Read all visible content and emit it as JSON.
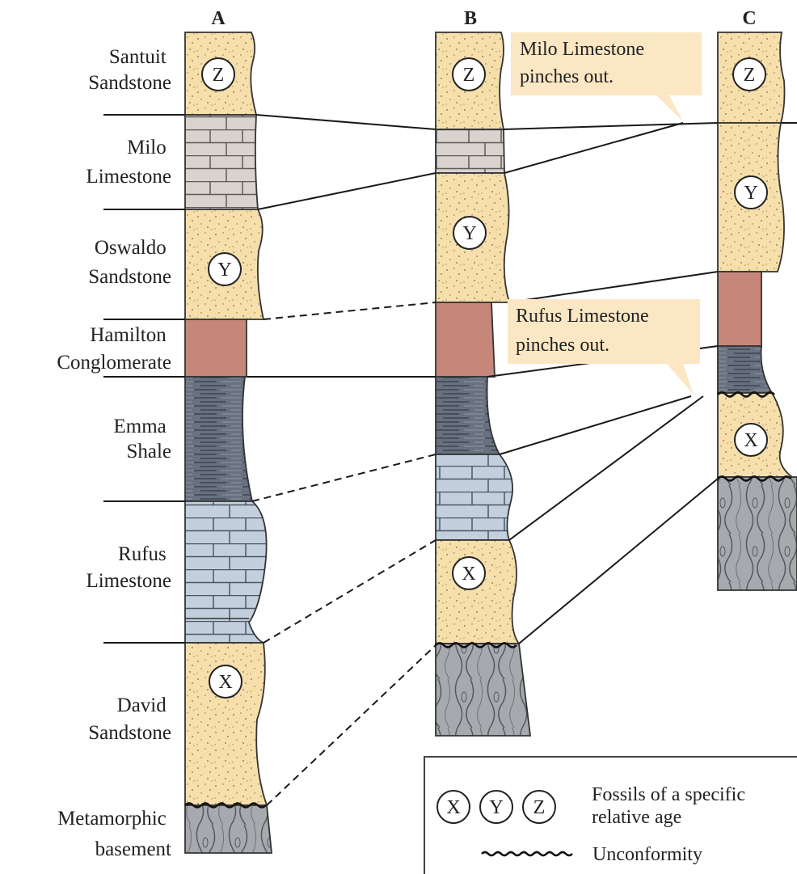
{
  "columns": {
    "a": {
      "header": "A"
    },
    "b": {
      "header": "B"
    },
    "c": {
      "header": "C"
    }
  },
  "layer_labels": {
    "santuit": [
      "Santuit",
      "Sandstone"
    ],
    "milo": [
      "Milo",
      "Limestone"
    ],
    "oswaldo": [
      "Oswaldo",
      "Sandstone"
    ],
    "hamilton": [
      "Hamilton",
      "Conglomerate"
    ],
    "emma": [
      "Emma",
      "Shale"
    ],
    "rufus": [
      "Rufus",
      "Limestone"
    ],
    "david": [
      "David",
      "Sandstone"
    ],
    "metamorphic": [
      "Metamorphic",
      "basement"
    ]
  },
  "callouts": {
    "milo": [
      "Milo Limestone",
      "pinches out."
    ],
    "rufus": [
      "Rufus Limestone",
      "pinches out."
    ]
  },
  "fossils": {
    "x": "X",
    "y": "Y",
    "z": "Z"
  },
  "legend": {
    "fossil_text": [
      "Fossils of a specific",
      "relative age"
    ],
    "unconformity_text": "Unconformity"
  },
  "colors": {
    "sandstone": "#f7dfac",
    "limestone_milo": "#d8d3cf",
    "limestone_rufus": "#c3cfdc",
    "conglomerate": "#c6877a",
    "shale": "#68717f",
    "basement": "#a6a9ad",
    "callout": "#fbe7c4",
    "line": "#1a1a1a"
  }
}
